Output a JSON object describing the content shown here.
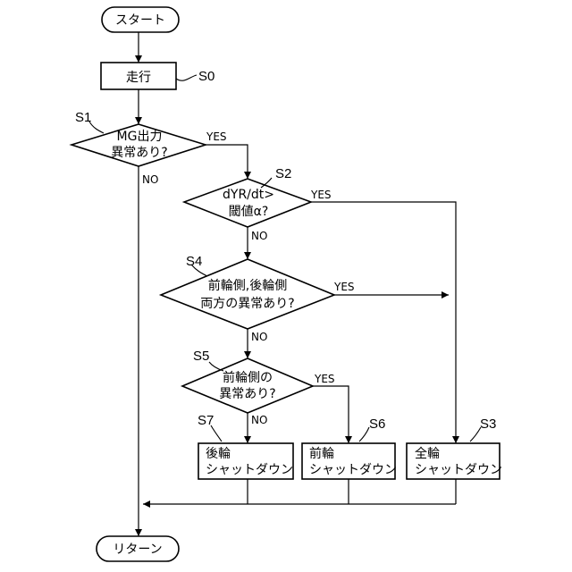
{
  "nodes": {
    "start": {
      "text": "スタート"
    },
    "s0": {
      "text": "走行",
      "step": "S0"
    },
    "s1": {
      "line1": "MG出力",
      "line2": "異常あり?",
      "step": "S1"
    },
    "s2": {
      "line1": "dYR/dt>",
      "line2": "閾値α?",
      "step": "S2"
    },
    "s4": {
      "line1": "前輪側,後輪側",
      "line2": "両方の異常あり?",
      "step": "S4"
    },
    "s5": {
      "line1": "前輪側の",
      "line2": "異常あり?",
      "step": "S5"
    },
    "s7": {
      "line1": "後輪",
      "line2": "シャットダウン",
      "step": "S7"
    },
    "s6": {
      "line1": "前輪",
      "line2": "シャットダウン",
      "step": "S6"
    },
    "s3": {
      "line1": "全輪",
      "line2": "シャットダウン",
      "step": "S3"
    },
    "end": {
      "text": "リターン"
    }
  },
  "branch_labels": {
    "s1_yes": "YES",
    "s1_no": "NO",
    "s2_yes": "YES",
    "s2_no": "NO",
    "s4_yes": "YES",
    "s4_no": "NO",
    "s5_yes": "YES",
    "s5_no": "NO"
  }
}
